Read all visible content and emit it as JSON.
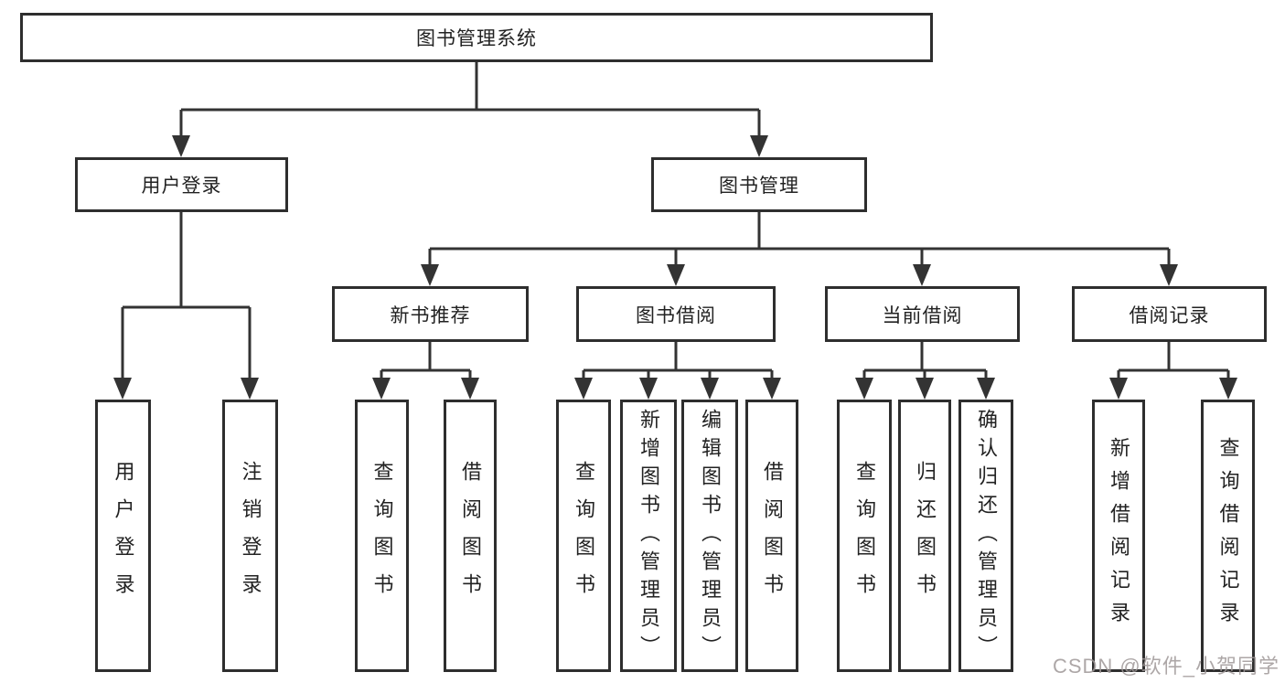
{
  "diagram": {
    "tree": {
      "label": "图书管理系统",
      "children": [
        {
          "label": "用户登录",
          "children": [
            {
              "label": "用户登录"
            },
            {
              "label": "注销登录"
            }
          ]
        },
        {
          "label": "图书管理",
          "children": [
            {
              "label": "新书推荐",
              "children": [
                {
                  "label": "查询图书"
                },
                {
                  "label": "借阅图书"
                }
              ]
            },
            {
              "label": "图书借阅",
              "children": [
                {
                  "label": "查询图书"
                },
                {
                  "label": "新增图书（管理员）"
                },
                {
                  "label": "编辑图书（管理员）"
                },
                {
                  "label": "借阅图书"
                }
              ]
            },
            {
              "label": "当前借阅",
              "children": [
                {
                  "label": "查询图书"
                },
                {
                  "label": "归还图书"
                },
                {
                  "label": "确认归还（管理员）"
                }
              ]
            },
            {
              "label": "借阅记录",
              "children": [
                {
                  "label": "新增借阅记录"
                },
                {
                  "label": "查询借阅记录"
                }
              ]
            }
          ]
        }
      ]
    },
    "colors": {
      "line": "#333333",
      "box_border": "#2e2e2e",
      "box_fill": "#ffffff",
      "text": "#222222"
    }
  },
  "watermark": {
    "text": "CSDN @软件_小贺同学",
    "color": "#9f9898"
  }
}
